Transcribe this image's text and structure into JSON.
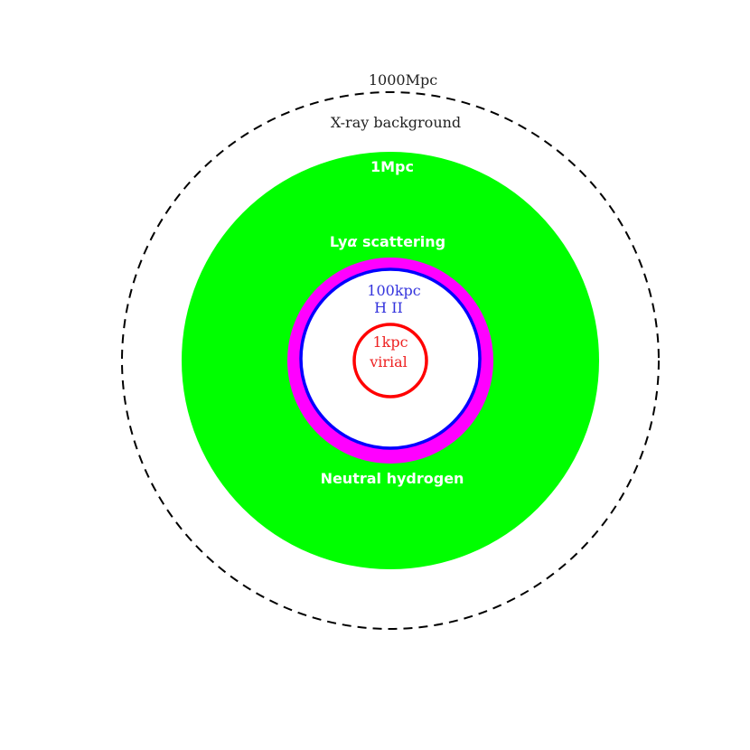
{
  "regions": {
    "outer": {
      "radius_label": "1000Mpc",
      "name": "X-ray background",
      "stroke": "#000000"
    },
    "neutral": {
      "radius_label": "1Mpc",
      "name": "Neutral hydrogen",
      "fill": "#00ff00"
    },
    "lya": {
      "name_prefix": "Ly",
      "name_greek": "α",
      "name_suffix": " scattering",
      "fill": "#ff00ff"
    },
    "hii": {
      "radius_label": "100kpc",
      "name": "H II",
      "stroke": "#0000ff",
      "text": "#3333dd"
    },
    "virial": {
      "radius_label": "1kpc",
      "name": "virial",
      "stroke": "#ff0000",
      "text": "#ee2222"
    }
  }
}
